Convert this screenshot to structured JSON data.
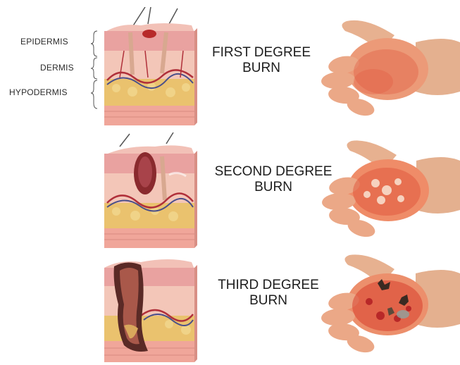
{
  "layer_labels": {
    "epidermis": "EPIDERMIS",
    "dermis": "DERMIS",
    "hypodermis": "HYPODERMIS"
  },
  "burns": [
    {
      "line1": "FIRST DEGREE",
      "line2": "BURN"
    },
    {
      "line1": "SECOND DEGREE",
      "line2": "BURN"
    },
    {
      "line1": "THIRD DEGREE",
      "line2": "BURN"
    }
  ],
  "colors": {
    "epidermis_pink": "#e8a3a3",
    "dermis_pink": "#f1c3b6",
    "fat_yellow": "#e8c46a",
    "base_skin": "#f3b0a2",
    "vessel_red": "#b0303a",
    "vessel_blue": "#4a4f8a",
    "hand_skin": "#e9b392",
    "burn_red": "#e0533a",
    "char": "#3a2a22"
  }
}
